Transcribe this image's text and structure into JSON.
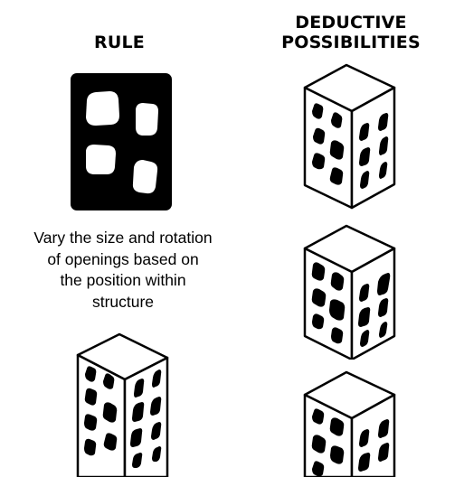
{
  "rule": {
    "title": "RULE",
    "description": "Vary the size and rotation\nof openings based on\nthe position within\nstructure"
  },
  "deductive": {
    "title_line1": "DEDUCTIVE",
    "title_line2": "POSSIBILITIES"
  },
  "colors": {
    "ink": "#000000",
    "paper": "#ffffff"
  }
}
